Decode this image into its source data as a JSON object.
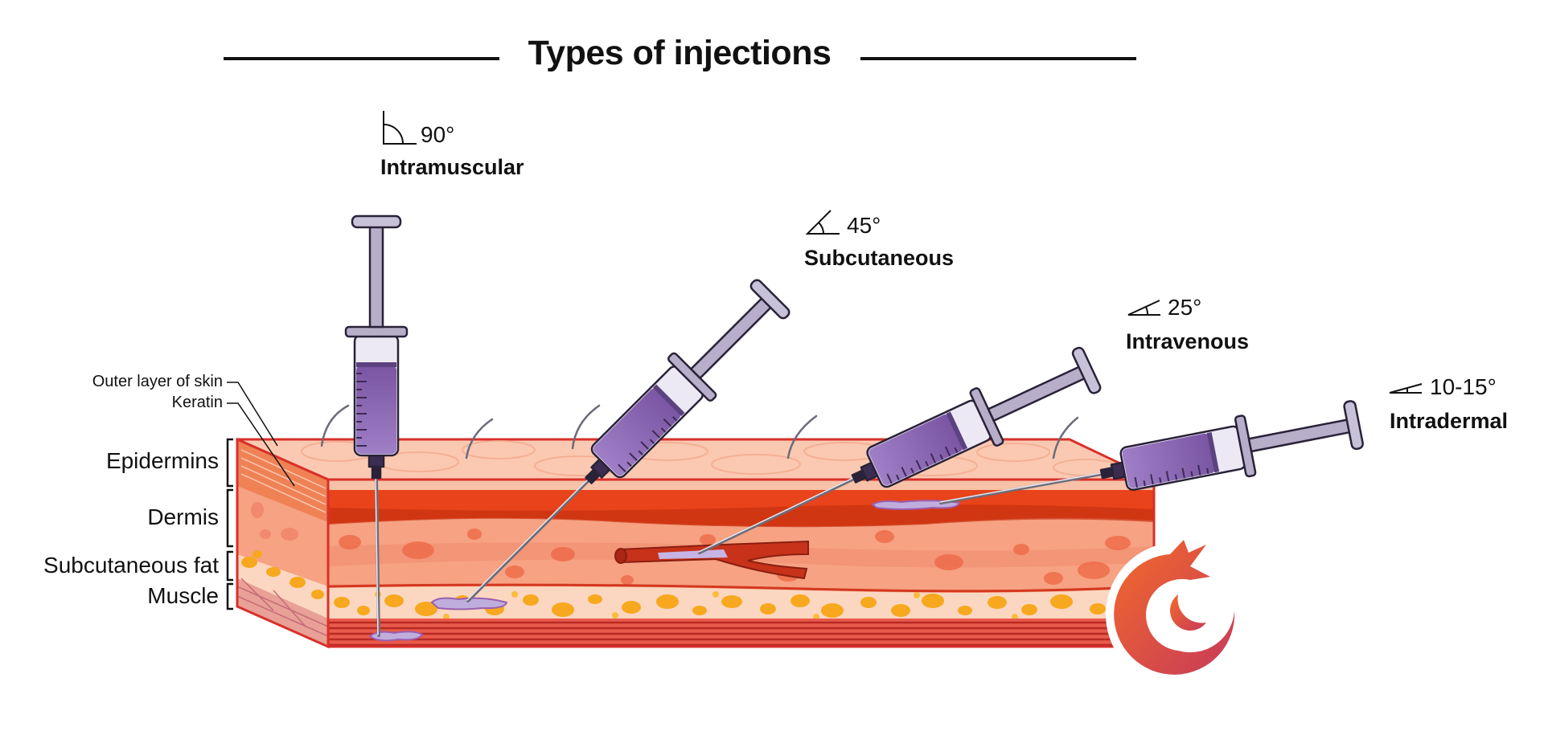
{
  "title": "Types of injections",
  "injections": [
    {
      "name": "Intramuscular",
      "angle": "90°",
      "angle_icon": "right-angle-icon"
    },
    {
      "name": "Subcutaneous",
      "angle": "45°",
      "angle_icon": "angle-45-icon"
    },
    {
      "name": "Intravenous",
      "angle": "25°",
      "angle_icon": "angle-25-icon"
    },
    {
      "name": "Intradermal",
      "angle": "10-15°",
      "angle_icon": "angle-10-15-icon"
    }
  ],
  "skin_annotations": {
    "outer_layer": "Outer layer of skin",
    "keratin": "Keratin"
  },
  "layers": [
    {
      "name": "Epidermins"
    },
    {
      "name": "Dermis"
    },
    {
      "name": "Subcutaneous fat"
    },
    {
      "name": "Muscle"
    }
  ],
  "colors": {
    "syringe_liquid": "#8e6bb5",
    "syringe_body": "#b7afc9",
    "epidermis": "#f6b59a",
    "dermis_top": "#e8431a",
    "dermis": "#f59a78",
    "fat": "#f5a623",
    "muscle": "#d43d2e",
    "logo_gradient_start": "#f05a28",
    "logo_gradient_end": "#c83b58"
  }
}
